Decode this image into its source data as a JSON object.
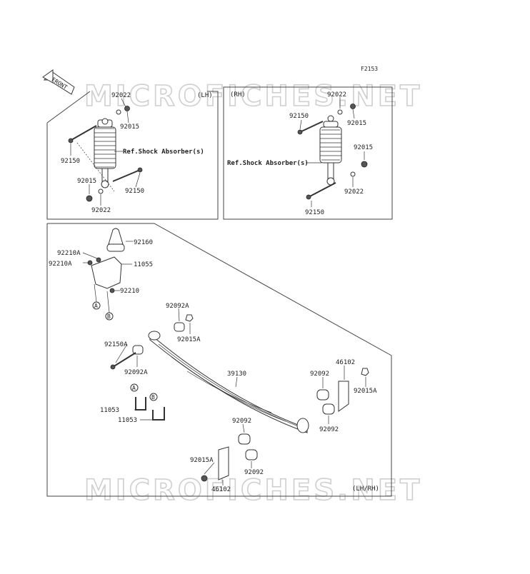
{
  "figure_code": "F2153",
  "front_label": "FRONT",
  "watermark": "MICROFICHES.NET",
  "panels": {
    "lh": {
      "tag": "(LH)",
      "ref": "Ref.Shock Absorber(s)"
    },
    "rh": {
      "tag": "(RH)",
      "ref": "Ref.Shock Absorber(s)"
    },
    "spring": {
      "tag": "(LH/RH)"
    }
  },
  "parts": {
    "lh_92022_top": "92022",
    "lh_92015_top": "92015",
    "lh_92150_left": "92150",
    "lh_92015_bottom": "92015",
    "lh_92150_bottom": "92150",
    "lh_92022_bottom": "92022",
    "rh_92022_top": "92022",
    "rh_92150_top": "92150",
    "rh_92015_top": "92015",
    "rh_92015_right": "92015",
    "rh_92022_right": "92022",
    "rh_92150_bottom": "92150",
    "sp_92160": "92160",
    "sp_92210A_1": "92210A",
    "sp_92210A_2": "92210A",
    "sp_11055": "11055",
    "sp_92210": "92210",
    "sp_92092A_top": "92092A",
    "sp_92015A_top": "92015A",
    "sp_92150A": "92150A",
    "sp_92092A_left": "92092A",
    "sp_46102_right": "46102",
    "sp_39130": "39130",
    "sp_92092_right_top": "92092",
    "sp_92015A_right": "92015A",
    "sp_92092_right_bot": "92092",
    "sp_11053_a": "11053",
    "sp_11053_b": "11053",
    "sp_92092_mid": "92092",
    "sp_92015A_bottom": "92015A",
    "sp_92092_bottom": "92092",
    "sp_46102_bottom": "46102"
  },
  "markers": {
    "a": "A",
    "b": "B"
  }
}
